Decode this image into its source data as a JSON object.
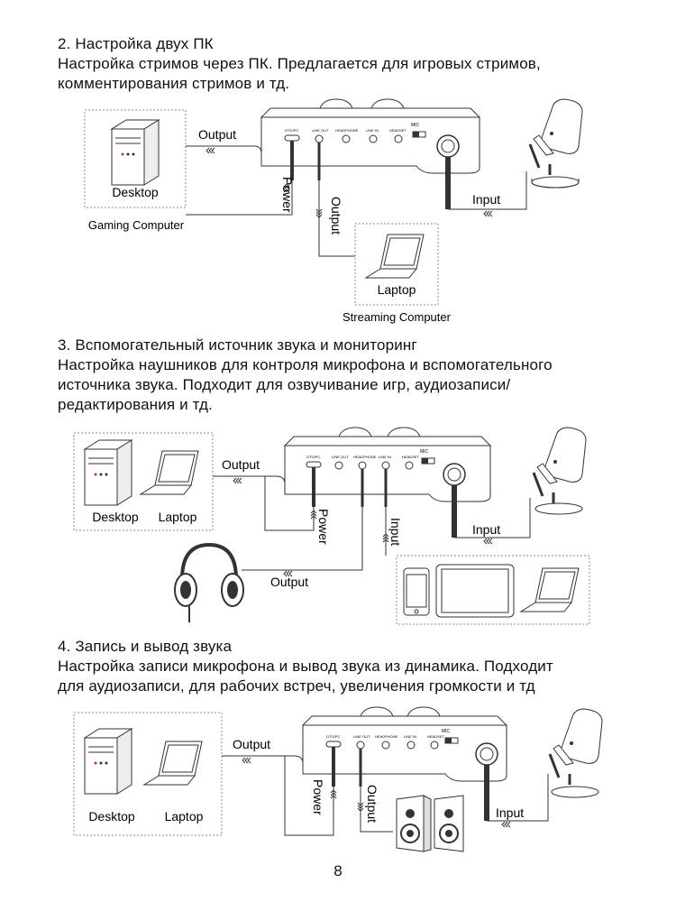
{
  "section2": {
    "lines": [
      "2. Настройка двух ПК",
      "Настройка стримов через ПК. Предлагается для игровых стримов,",
      "комментирования стримов и тд."
    ],
    "diagram": {
      "desktop": "Desktop",
      "gaming_computer": "Gaming Computer",
      "laptop": "Laptop",
      "streaming_computer": "Streaming Computer",
      "output_top": "Output",
      "power": "Power",
      "output_vertical": "Output",
      "input": "Input"
    }
  },
  "section3": {
    "lines": [
      "3. Вспомогательный источник звука и мониторинг",
      "Настройка наушников для контроля микрофона и вспомогательного",
      "источника звука. Подходит для озвучивание игр, аудиозаписи/",
      "редактирования и тд."
    ],
    "diagram": {
      "desktop": "Desktop",
      "laptop": "Laptop",
      "output_top": "Output",
      "power": "Power",
      "input_vertical": "Input",
      "input_mic": "Input",
      "output_headphones": "Output"
    }
  },
  "section4": {
    "lines": [
      "4. Запись и вывод звука",
      "Настройка записи микрофона и вывод звука из динамика. Подходит",
      "для аудиозаписи, для рабочих встреч, увеличения громкости и тд"
    ],
    "diagram": {
      "desktop": "Desktop",
      "laptop": "Laptop",
      "output_top": "Output",
      "power": "Power",
      "output_vertical": "Output",
      "input": "Input"
    }
  },
  "page_number": "8"
}
